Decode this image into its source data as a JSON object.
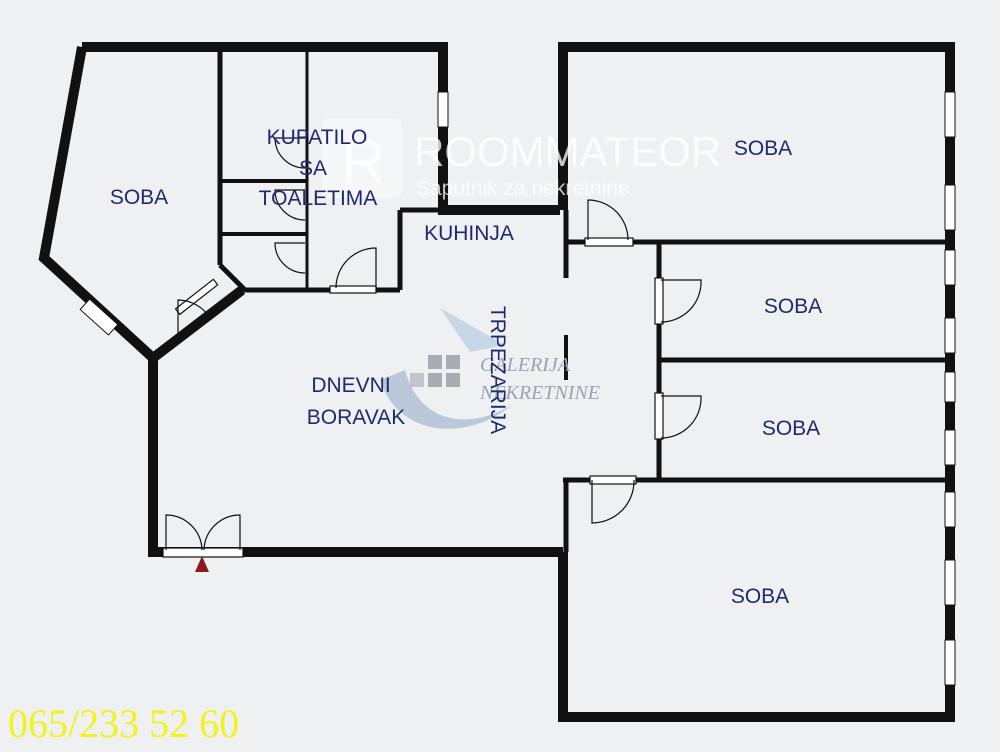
{
  "rooms": {
    "soba_left": "SOBA",
    "kupatilo_line1": "KUPATILO",
    "kupatilo_line2": "SA",
    "kupatilo_line3": "TOALETIMA",
    "kuhinja": "KUHINJA",
    "trpezarija": "TRPEZARIJA",
    "dnevni_line1": "DNEVNI",
    "dnevni_line2": "BORAVAK",
    "soba_top_right": "SOBA",
    "soba_mid1": "SOBA",
    "soba_mid2": "SOBA",
    "soba_bottom_right": "SOBA"
  },
  "watermarks": {
    "brand": "ROOMMATEOR",
    "tagline": "Saputnik za nekretnine",
    "galerija_line1": "GALERIJA",
    "galerija_line2": "NEKRETNINE"
  },
  "contact": {
    "phone": "065/233 52 60"
  },
  "colors": {
    "wall": "#111111",
    "background": "#eef0f2",
    "label": "#1f2a6e",
    "phone": "#f3f21a",
    "entrance_marker": "#8b1b1b"
  }
}
